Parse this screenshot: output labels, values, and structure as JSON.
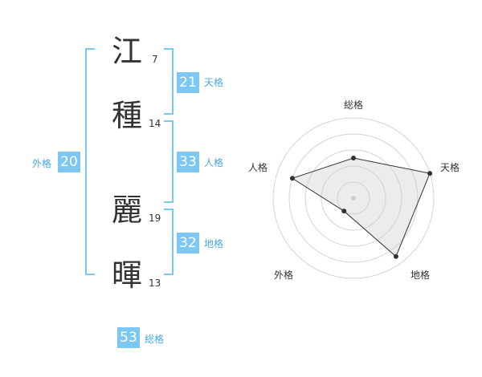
{
  "name": {
    "chars": [
      {
        "char": "江",
        "strokes": "7"
      },
      {
        "char": "種",
        "strokes": "14"
      },
      {
        "char": "麗",
        "strokes": "19"
      },
      {
        "char": "暉",
        "strokes": "13"
      }
    ]
  },
  "kaku": {
    "tenkaku": {
      "value": "21",
      "label": "天格"
    },
    "jinkaku": {
      "value": "33",
      "label": "人格"
    },
    "chikaku": {
      "value": "32",
      "label": "地格"
    },
    "gaikaku": {
      "value": "20",
      "label": "外格"
    },
    "soukaku": {
      "value": "53",
      "label": "総格"
    }
  },
  "chart_data": {
    "type": "radar",
    "axes": [
      "総格",
      "天格",
      "地格",
      "外格",
      "人格"
    ],
    "values": [
      0.5,
      1.0,
      0.9,
      0.2,
      0.8
    ],
    "rings": 5,
    "range": [
      0,
      1
    ]
  }
}
